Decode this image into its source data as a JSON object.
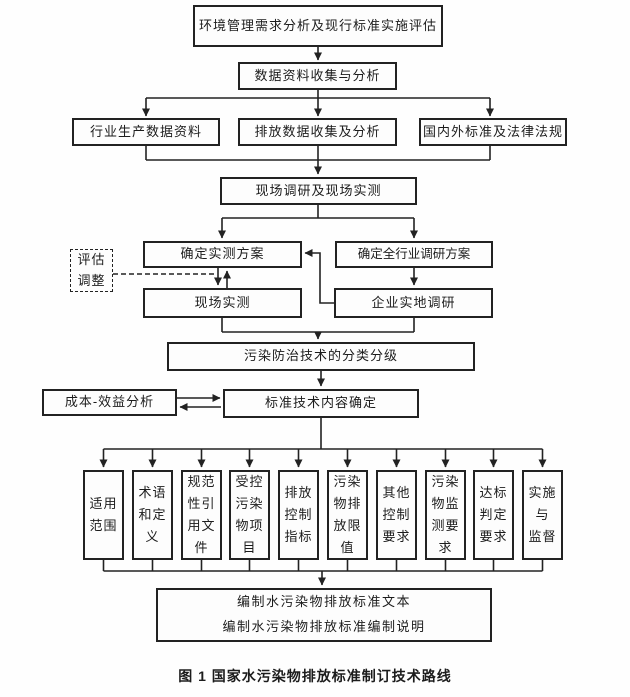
{
  "figure": {
    "caption": "图 1  国家水污染物排放标准制订技术路线",
    "colors": {
      "line": "#222222",
      "box_background": "#fdfdfd",
      "text": "#1c1c1c",
      "page_background": "#fefefe"
    },
    "nodes": {
      "top": "环境管理需求分析及现行标准实施评估",
      "data_collection": "数据资料收集与分析",
      "industry_data": "行业生产数据资料",
      "emission_data": "排放数据收集及分析",
      "standards_laws": "国内外标准及法律法规",
      "site_survey": "现场调研及现场实测",
      "measure_plan": "确定实测方案",
      "industry_plan": "确定全行业调研方案",
      "eval_adjust": "评估\n调整",
      "field_measure": "现场实测",
      "enterprise_survey": "企业实地调研",
      "tech_classify": "污染防治技术的分类分级",
      "cost_benefit": "成本-效益分析",
      "content_determine": "标准技术内容确定",
      "final_line1": "编制水污染物排放标准文本",
      "final_line2": "编制水污染物排放标准编制说明"
    },
    "columns": [
      {
        "label": "适用\n范围"
      },
      {
        "label": "术语\n和定\n义"
      },
      {
        "label": "规范\n性引\n用文\n件"
      },
      {
        "label": "受控\n污染\n物项\n目"
      },
      {
        "label": "排放\n控制\n指标"
      },
      {
        "label": "污染\n物排\n放限\n值"
      },
      {
        "label": "其他\n控制\n要求"
      },
      {
        "label": "污染\n物监\n测要\n求"
      },
      {
        "label": "达标\n判定\n要求"
      },
      {
        "label": "实施\n与\n监督"
      }
    ]
  }
}
